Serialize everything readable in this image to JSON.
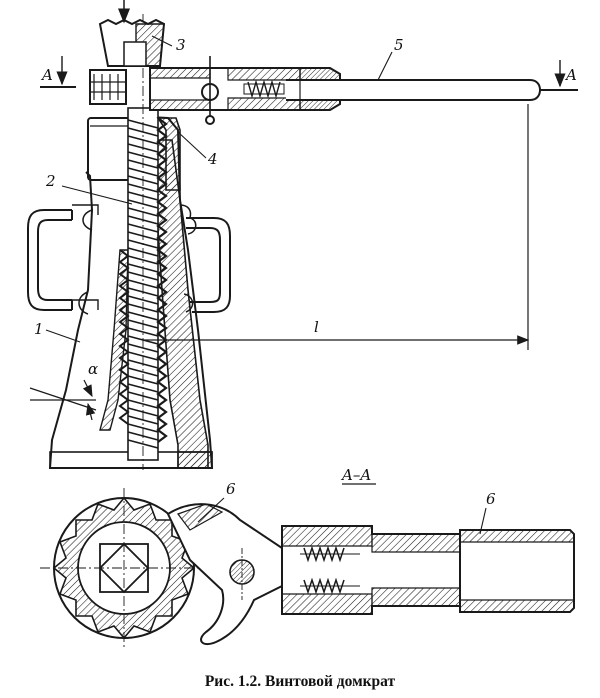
{
  "caption": "Рис. 1.2. Винтовой домкрат",
  "section_title": "A–A",
  "section_mark_left": "A",
  "section_mark_right": "A",
  "labels": {
    "part1": "1",
    "part2": "2",
    "part3": "3",
    "part4": "4",
    "part5": "5",
    "part6_top": "6",
    "part6_right": "6",
    "length": "l",
    "angle": "α"
  },
  "colors": {
    "ink": "#1a1a1a",
    "paper": "#ffffff"
  }
}
